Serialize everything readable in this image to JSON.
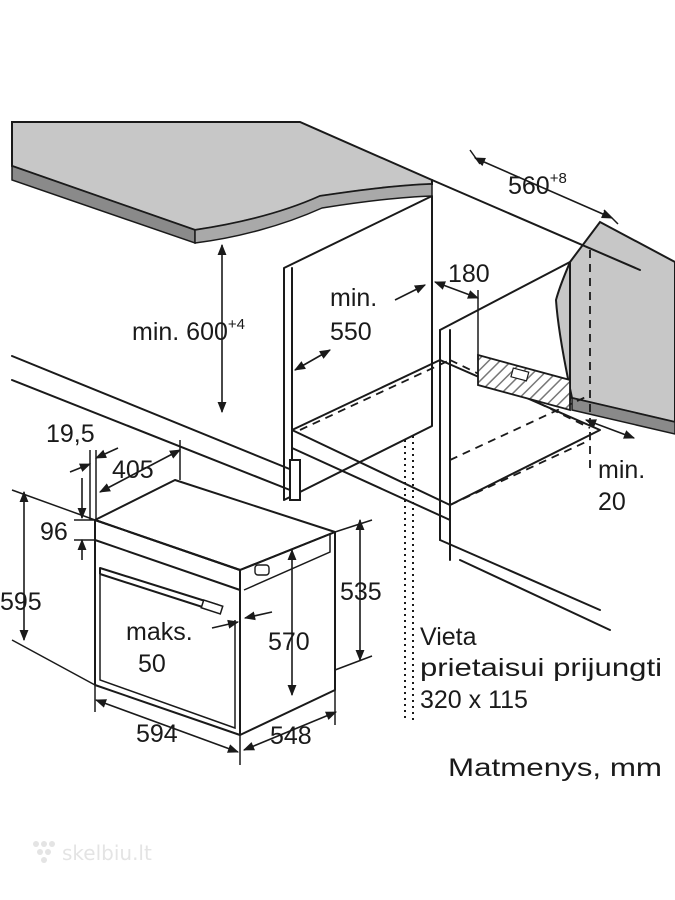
{
  "labels": {
    "width_niche": "560",
    "width_niche_tol": "+8",
    "gap_180": "180",
    "min_550_a": "min.",
    "min_550_b": "550",
    "min_600": "min. 600",
    "min_600_tol": "+4",
    "min_20_a": "min.",
    "min_20_b": "20",
    "d_19_5": "19,5",
    "d_405": "405",
    "d_96": "96",
    "d_595": "595",
    "d_535": "535",
    "maks_a": "maks.",
    "maks_b": "50",
    "d_570": "570",
    "d_594": "594",
    "d_548": "548",
    "vieta_1": "Vieta",
    "vieta_2": "prietaisui prijungti",
    "vieta_3": "320 x 115",
    "units": "Matmenys, mm"
  },
  "watermark": "skelbiu.lt",
  "colors": {
    "countertop": "#c7c7c7",
    "line": "#1a1a1a",
    "hatch": "#a8a8a8"
  }
}
